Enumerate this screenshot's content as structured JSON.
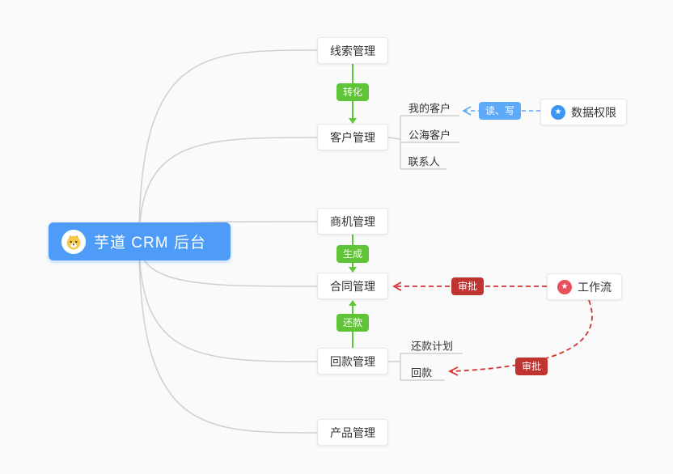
{
  "root": {
    "label": "芋道 CRM 后台",
    "icon": "dog-icon"
  },
  "nodes": [
    {
      "id": "lead",
      "label": "线索管理"
    },
    {
      "id": "customer",
      "label": "客户管理"
    },
    {
      "id": "opportunity",
      "label": "商机管理"
    },
    {
      "id": "contract",
      "label": "合同管理"
    },
    {
      "id": "receivable",
      "label": "回款管理"
    },
    {
      "id": "product",
      "label": "产品管理"
    }
  ],
  "customer_children": [
    {
      "label": "我的客户"
    },
    {
      "label": "公海客户"
    },
    {
      "label": "联系人"
    }
  ],
  "receivable_children": [
    {
      "label": "还款计划"
    },
    {
      "label": "回款"
    }
  ],
  "side_nodes": {
    "data_permission": {
      "label": "数据权限",
      "icon": "star-icon"
    },
    "workflow": {
      "label": "工作流",
      "icon": "star-icon"
    }
  },
  "badges": {
    "convert": "转化",
    "generate": "生成",
    "repay": "还款",
    "read_write": "读、写",
    "approve_contract": "审批",
    "approve_receivable": "审批"
  },
  "icons": {
    "star": "★"
  },
  "colors": {
    "root-blue": "#4f9cf8",
    "green": "#5fc436",
    "blue-badge": "#5caaf8",
    "red-badge": "#bf3430",
    "red-line": "#d23431",
    "gray-line": "#cfcfcf",
    "bg": "#fafafa"
  }
}
